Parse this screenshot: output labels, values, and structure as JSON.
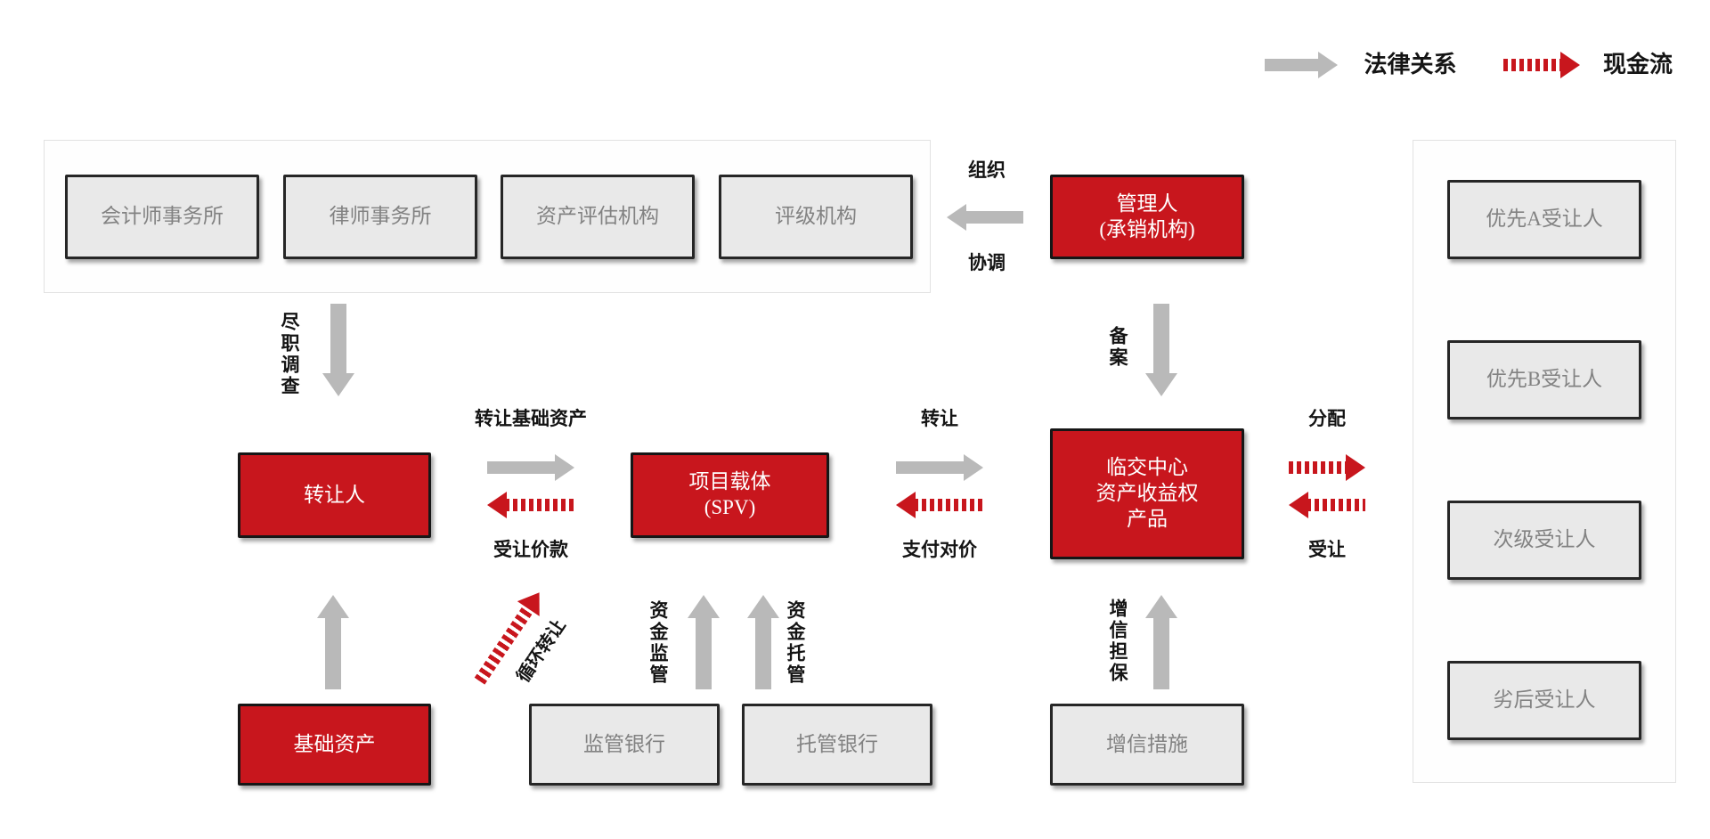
{
  "legend": {
    "legal_label": "法律关系",
    "cash_label": "现金流"
  },
  "colors": {
    "brand_red": "#c8161d",
    "arrow_gray": "#b9b9b9",
    "box_fill": "#e9e9e9",
    "box_border": "#262626",
    "box_text_gray": "#828282"
  },
  "intermediaries": {
    "accounting": "会计师事务所",
    "law": "律师事务所",
    "valuation": "资产评估机构",
    "rating": "评级机构"
  },
  "manager": {
    "label": "管理人\n(承销机构)"
  },
  "transferees": {
    "senior_a": "优先A受让人",
    "senior_b": "优先B受让人",
    "mezzanine": "次级受让人",
    "subordinated": "劣后受让人"
  },
  "core": {
    "transferor": "转让人",
    "spv": "项目载体\n(SPV)",
    "product": "临交中心\n资产收益权\n产品"
  },
  "bottom": {
    "underlying_asset": "基础资产",
    "supervision_bank": "监管银行",
    "custody_bank": "托管银行",
    "credit_enhancement": "增信措施"
  },
  "flows": {
    "organize": "组织",
    "coordinate": "协调",
    "due_diligence": "尽职调查",
    "filing": "备案",
    "transfer_underlying": "转让基础资产",
    "transfer_price": "受让价款",
    "transfer": "转让",
    "pay_consideration": "支付对价",
    "distribution": "分配",
    "accept_transfer": "受让",
    "revolving_transfer": "循环转让",
    "fund_supervision": "资金监管",
    "fund_custody": "资金托管",
    "credit_guarantee": "增信担保"
  }
}
